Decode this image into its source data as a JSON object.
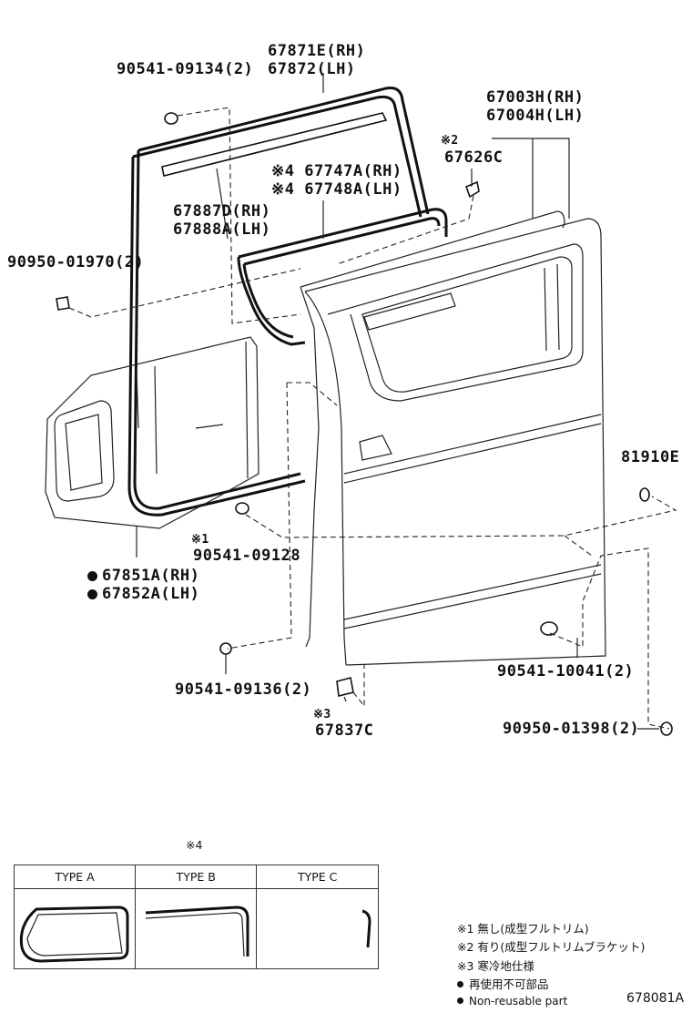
{
  "labels": {
    "p1": "90541-09134(2)",
    "p2a": "67871E(RH)",
    "p2b": "67872(LH)",
    "p3a": "67003H(RH)",
    "p3b": "67004H(LH)",
    "p4mark": "※2",
    "p4": "67626C",
    "p5a": "※4 67747A(RH)",
    "p5b": "※4 67748A(LH)",
    "p6a": "67887D(RH)",
    "p6b": "67888A(LH)",
    "p7": "90950-01970(2)",
    "p8": "81910E",
    "p9mark": "※1",
    "p9": "90541-09128",
    "p10a": "67851A(RH)",
    "p10b": "67852A(LH)",
    "p11": "90541-09136(2)",
    "p12": "90541-10041(2)",
    "p13mark": "※3",
    "p13": "67837C",
    "p14": "90950-01398(2)"
  },
  "types": {
    "mark": "※4",
    "a": "TYPE A",
    "b": "TYPE B",
    "c": "TYPE C"
  },
  "notes": {
    "n1": "※1 無し(成型フルトリム)",
    "n2": "※2 有り(成型フルトリムブラケット)",
    "n3": "※3 寒冷地仕様",
    "n4": "再使用不可部品",
    "n5": "Non-reusable part"
  },
  "diagram_id": "678081A"
}
